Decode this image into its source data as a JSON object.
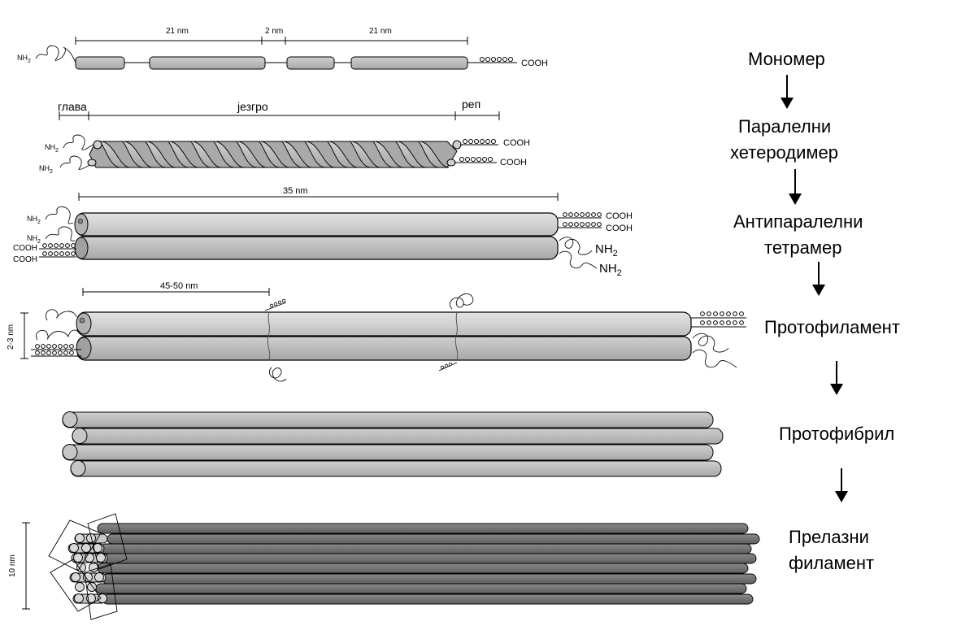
{
  "stages": {
    "monomer": "Мономер",
    "heterodimer_1": "Паралелни",
    "heterodimer_2": "хетеродимер",
    "tetramer_1": "Антипаралелни",
    "tetramer_2": "тетрамер",
    "protofilament": "Протофиламент",
    "protofibril": "Протофибрил",
    "filament_1": "Прелазни",
    "filament_2": "филамент"
  },
  "monomer": {
    "dim_left": "21 nm",
    "dim_mid": "2 nm",
    "dim_right": "21 nm",
    "nh2": "NH",
    "nh2_sub": "2",
    "cooh": "COOH"
  },
  "dimer": {
    "head": "глава",
    "core": "језгро",
    "tail": "реп",
    "nh2_top": "NH",
    "nh2_bottom": "NH",
    "nh2_sub": "2",
    "cooh_top": "COOH",
    "cooh_bottom": "COOH"
  },
  "tetramer": {
    "length": "35 nm",
    "nh2_a": "NH",
    "nh2_b": "NH",
    "nh2_sub": "2",
    "cooh_left_a": "COOH",
    "cooh_left_b": "COOH",
    "cooh_right_a": "COOH",
    "cooh_right_b": "COOH",
    "nh2_right_a": "NH",
    "nh2_right_b": "NH"
  },
  "protofilament": {
    "length": "45-50 nm",
    "width": "2-3 nm"
  },
  "filament": {
    "width": "10 nm"
  },
  "colors": {
    "rod_light": "#d4d4d4",
    "rod_mid": "#bdbdbd",
    "rod_dark": "#7a7a7a",
    "outline": "#000000"
  }
}
